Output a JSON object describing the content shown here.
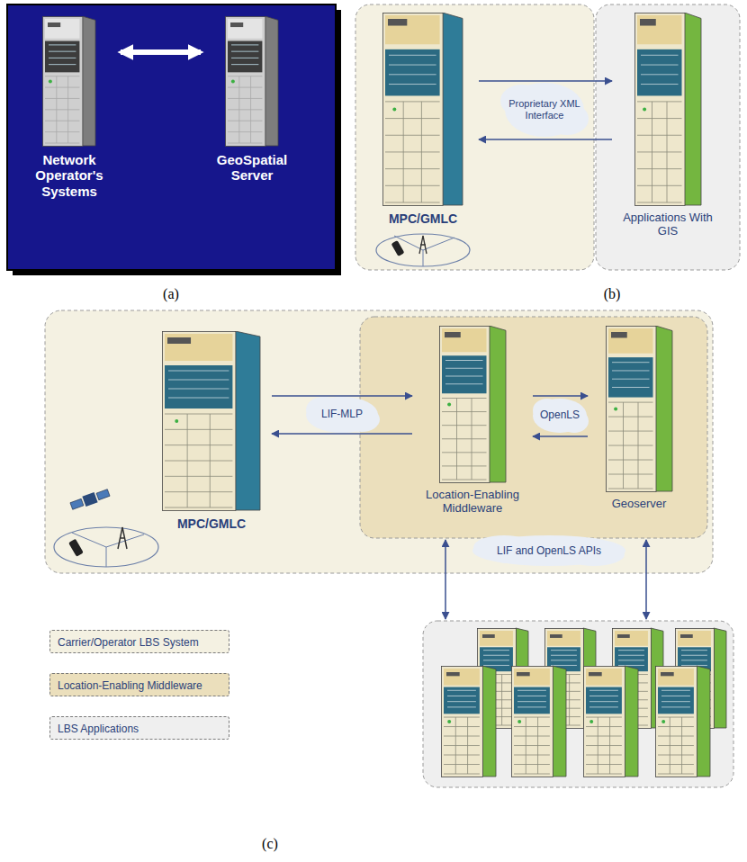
{
  "diagram": {
    "nodes": [
      {
        "text": [
          "Network Operator's Systems"
        ]
      },
      {
        "text": [
          "GeoSpatial Server"
        ]
      },
      {
        "text": [
          "MPC/GMLC"
        ]
      },
      {
        "text": [
          "Applications With GIS"
        ]
      },
      {
        "text": [
          "MPC/GMLC"
        ]
      },
      {
        "text": [
          "Location-Enabling Middleware"
        ]
      },
      {
        "text": [
          "Geoserver"
        ]
      }
    ],
    "edges": [
      {
        "from": 0,
        "to": 1,
        "arrow": "both"
      },
      {
        "from": 2,
        "to": 3,
        "arrow": "to",
        "label": "Proprietary XML Interface"
      },
      {
        "from": 3,
        "to": 2,
        "arrow": "to"
      },
      {
        "from": 4,
        "to": 5,
        "arrow": "to",
        "label": "LIF-MLP"
      },
      {
        "from": 5,
        "to": 4,
        "arrow": "to"
      },
      {
        "from": 5,
        "to": 6,
        "arrow": "to",
        "label": "OpenLS"
      },
      {
        "from": 6,
        "to": 5,
        "arrow": "to"
      }
    ],
    "labels": [
      "(a)",
      "(b)",
      "(c)",
      "LIF and OpenLS APIs"
    ],
    "legend": [
      {
        "text": "Carrier/Operator LBS System",
        "color": "#f4f1e2"
      },
      {
        "text": "Location-Enabling Middleware",
        "color": "#ebdfbc"
      },
      {
        "text": "LBS Applications",
        "color": "#efefef"
      }
    ]
  }
}
